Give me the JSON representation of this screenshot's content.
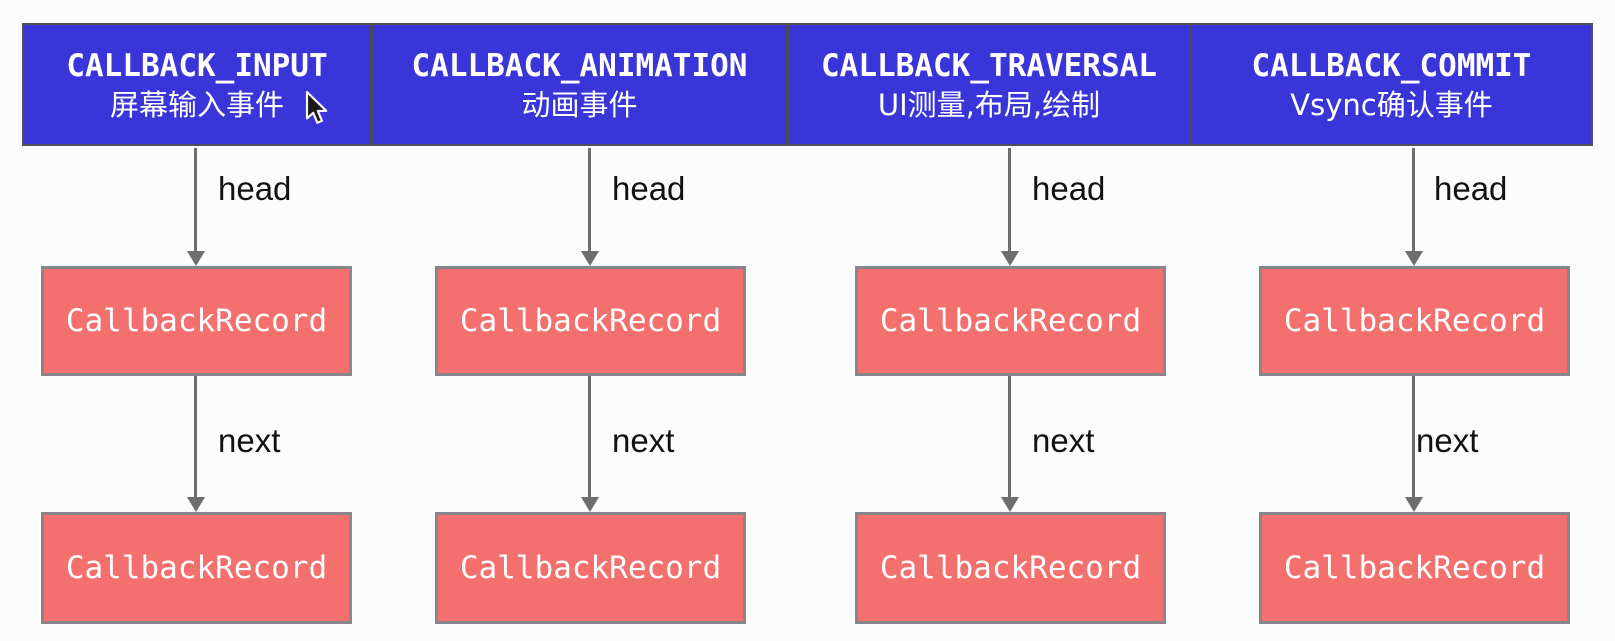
{
  "colors": {
    "canvas_bg": "#fcfcfc",
    "header_bg": "#3a35d8",
    "header_border": "#4f4f57",
    "header_divider": "#4a4a55",
    "record_bg": "#f4706e",
    "record_border": "#87878b",
    "arrow": "#6e6e6e",
    "label_text": "#111111",
    "header_text": "#ffffff",
    "record_text": "#ffffff"
  },
  "header": {
    "cells": [
      {
        "title": "CALLBACK_INPUT",
        "subtitle": "屏幕输入事件"
      },
      {
        "title": "CALLBACK_ANIMATION",
        "subtitle": "动画事件"
      },
      {
        "title": "CALLBACK_TRAVERSAL",
        "subtitle": "UI测量,布局,绘制"
      },
      {
        "title": "CALLBACK_COMMIT",
        "subtitle": "Vsync确认事件"
      }
    ]
  },
  "columns": [
    {
      "head_label": "head",
      "record1": "CallbackRecord",
      "next_label": "next",
      "record2": "CallbackRecord"
    },
    {
      "head_label": "head",
      "record1": "CallbackRecord",
      "next_label": "next",
      "record2": "CallbackRecord"
    },
    {
      "head_label": "head",
      "record1": "CallbackRecord",
      "next_label": "next",
      "record2": "CallbackRecord"
    },
    {
      "head_label": "head",
      "record1": "CallbackRecord",
      "next_label": "next",
      "record2": "CallbackRecord"
    }
  ],
  "icons": {
    "cursor": "mouse-pointer"
  }
}
